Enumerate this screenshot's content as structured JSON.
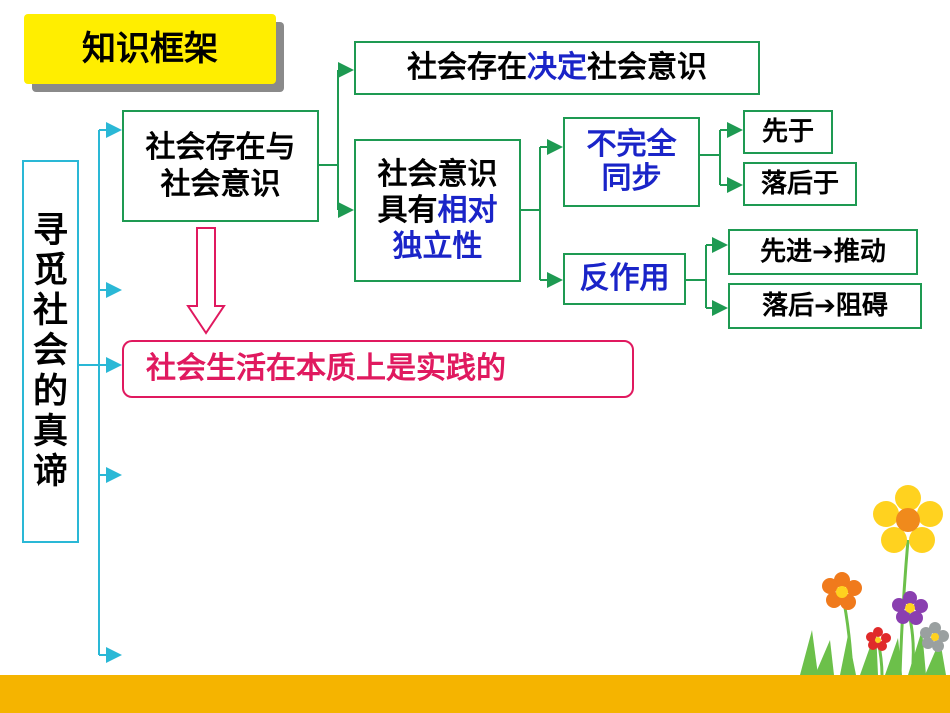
{
  "title": "知识框架",
  "root": [
    "寻",
    "觅",
    "社",
    "会",
    "的",
    "真",
    "谛"
  ],
  "node_social": {
    "line1": "社会存在与",
    "line2": "社会意识"
  },
  "node_decide": {
    "pre": "社会存在",
    "hl": "决定",
    "post": "社会意识"
  },
  "node_relative": {
    "line1": "社会意识",
    "line2_pre": "具有",
    "line2_hl": "相对",
    "line3": "独立性"
  },
  "node_incomplete": {
    "line1": "不完全",
    "line2": "同步"
  },
  "node_ahead": "先于",
  "node_behind": "落后于",
  "node_reaction": "反作用",
  "node_push": "先进➔推动",
  "node_hinder": "落后➔阻碍",
  "node_practice": "社会生活在本质上是实践的",
  "colors": {
    "green": "#1e9a52",
    "teal": "#2ab8d6",
    "pink": "#e0195f",
    "blue": "#1a24c8",
    "title_bg": "#ffee00",
    "bottom_band": "#f5b400"
  }
}
